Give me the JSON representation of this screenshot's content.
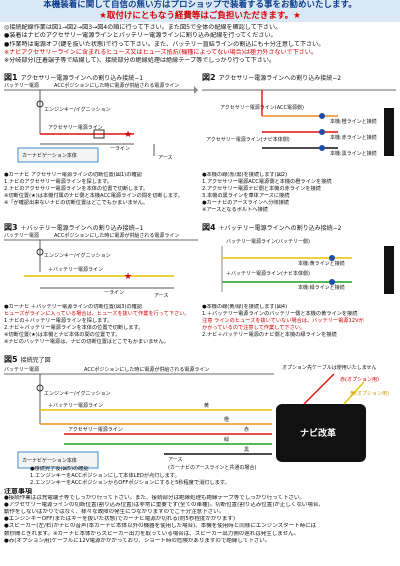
{
  "header": {
    "line1": "本機装着に関して自信の無い方はプロショップで装着する事をお勧めいたします。",
    "line2": "★取付けにともなう経費等はご負担いただきます。★"
  },
  "intro": [
    "◎接続配線作業は図1→図2→図3→図4の順に行って下さい。また図5で全体の配線を確認して下さい。",
    "●装着はナビのアクセサリー電源ラインとバッテリー電源ラインに割り込み配線を行ってください。",
    "●作業時は電源オフ(鍵を抜いた状態)で行って下さい。また、バッテリー直結ラインの割込にも十分注意して下さい。",
    "※ナビアクセサリーラインに含まれるヒューズ又はヒューズ抵抗(機種によってない場合)は極力外さないで下さい。",
    "※分岐部分(圧着端子等で結線して)、接続部分の絶縁処理は絶縁テープ等でしっかり行って下さい。"
  ],
  "fig1": {
    "title": "アクセサリー電源ラインへの割り込み接続−1",
    "num": "図1",
    "labels": {
      "battery": "バッテリー電源",
      "acc_on": "ACCポジションにした時に電源が供給される電源ライン",
      "engine": "エンジンキー/イグニッション",
      "acc_line": "アクセサリー電源ライン",
      "line": "ーライン",
      "earth": "アース",
      "navi": "カーナビゲーション本体"
    },
    "notes": [
      "●カーナビ アクセサリー電源ラインの切断位置(図1)の確認",
      "1.ナビのアクセサリー電源ラインを探します。",
      "2.ナビのアクセサリー電源ラインを本体の位置で切断します。",
      "※切断位置(★)は本機付属のナビ側と本機ACC電源ラインの間を切断します。",
      "※「が確認出来ないナビの切断位置はどこでもかまいません。"
    ]
  },
  "fig2": {
    "num": "図2",
    "title": "アクセサリー電源ラインへの割り込み接続−2",
    "labels": {
      "acc_car": "アクセサリー電源ライン(ACC電源側)",
      "acc_navi": "アクセサリー電源ライン(ナビ本体側)",
      "orange": "本機:橙ラインと接続",
      "red": "本機:赤ラインと接続",
      "black": "本機:黒ラインと接続"
    },
    "notes": [
      "●本機の線(赤/黒)を接続します(図2)",
      "1.アクセサリー電源ACC電源側と本機の橙ラインを接続",
      "2.アクセサリー電源ナビ側と本機の赤ラインを接続",
      "3.本機の黒ラインを車体アースに接続",
      "●カーナビのアースラインへ分岐接続",
      "※アースとなるボルトへ接続"
    ]
  },
  "fig3": {
    "num": "図3",
    "title": "＋バッテリー電源ラインへの割り込み接続−1",
    "labels": {
      "battery": "バッテリー電源",
      "acc_on": "ACCポジションにした時に電源が供給される電源ライン",
      "engine": "エンジンキー/イグニッション",
      "plus_battery": "＋バッテリー電源ライン",
      "line": "ーライン",
      "earth": "アース"
    },
    "notes": [
      "●カーナビ ＋バッテリー電源ラインの切断位置(図3)の確認",
      "ヒューズがラインに入っている場合は、ヒューズを抜いて作業を行って下さい。",
      "1.ナビの＋バッテリー電源ラインを探します。",
      "2.ナビ＋バッテリー電源ラインを本体の位置で切断します。",
      "※切断位置(★)は本機とナビ本体の間の位置です。",
      "※ナビのバッテリー電源は、ナビの切断位置はどこでもかまいません。"
    ]
  },
  "fig4": {
    "num": "図4",
    "title": "＋バッテリー電源ラインへの割り込み接続−2",
    "labels": {
      "battery_line": "バッテリー電源ライン(バッテリー側)",
      "yellow": "本機:黄ラインと接続",
      "plus_navi": "＋バッテリー電源ライン(ナビ本体側)",
      "green": "本機:緑ラインと接続"
    },
    "notes": [
      "●本機の線(黄/緑)を接続します(図4)",
      "1.＋バッテリー電源ラインのバッテリー側と本機の黄ラインを接続",
      "注意 ラインのヒューズを抜いていない場合は、バッテリー電源12Vが",
      "かかっているので注意して作業して下さい。",
      "2.ナビ＋バッテリー電源のナビ側と本機の緑ラインを接続"
    ]
  },
  "fig5": {
    "num": "図5",
    "title": "接続完了図",
    "labels": {
      "battery": "バッテリー電源",
      "acc_on": "ACCポジションにした時に電源が供給される電源ライン",
      "engine": "エンジンキー/イグニッション",
      "plus_battery": "＋バッテリー電源ライン",
      "acc_line": "アクセサリー電源ライン",
      "navi": "カーナビゲーション本体",
      "earth": "アース",
      "earth_note": "(カーナビのアースラインと共通の場合)",
      "option_cable": "オプション先ケーブルは使用いたしません",
      "red_opt": "赤(オプション用)",
      "yellow_opt": "黄(オプション用)",
      "colors": [
        "黄",
        "橙",
        "赤",
        "緑",
        "黒"
      ],
      "product": "ナビ改革"
    },
    "notes": [
      "●接続完了後(図5)の確認",
      "1.エンジンキーをACCポジションにして本体LEDが点灯します。",
      "2.エンジンキーをACCポジションからOFFポジションにすると5秒程度で消灯します。"
    ]
  },
  "caution": {
    "title": "注意事項",
    "lines": [
      "●接続作業はは充電端子等でしっかり行って下さい。また、接続部分は絶縁処理も絶縁テープ等でしっかり行って下さい。",
      "●アクセサリー電源ラインの切断位置(割り込み位置)は非常に重要です(全ての車種)。切断位置(割り込み位置)が正しくない場合、",
      "動作をしないばかりではなく、様々な故障の発生につながりますのでご十分注意下さい。",
      "●エンジンキーOFF(またはキーを抜いた状態)でカーナビ電源が切れる(約5秒程度かかります)",
      "●スピーカー(左/右)がナビの音声(本カーナビ本体以外の機器を使用した場合)、本機を使用時と同様にエンジンスタート時には",
      "数秒間とぎれます。※カーナビ本体からスピーカー出力を取っている場合は、スピーカー出力側の遅れは発生しません。",
      "●赤(オプション用)ケーブルに12V電源がかかっており、ショート時の危険がありますので絶縁して下さい。"
    ]
  },
  "colors": {
    "orange": "#f08a1c",
    "red": "#e01010",
    "black": "#111111",
    "yellow": "#e6c200",
    "green": "#20a020",
    "gray_line": "#888888",
    "header_bg": "#dbe9f7",
    "header_text": "#0b3c8c",
    "warn": "#d40000"
  }
}
